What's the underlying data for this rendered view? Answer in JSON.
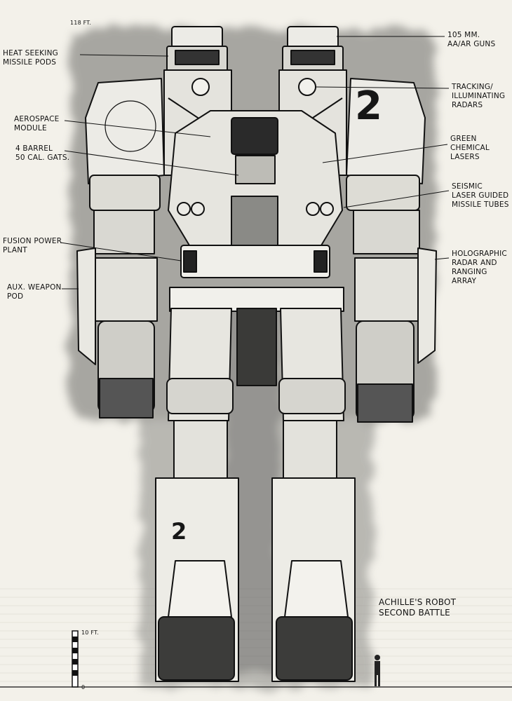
{
  "height_marker": "118 FT.",
  "scale_label": "10 FT.",
  "scale_zero": "0",
  "unit_number": "2",
  "title_lines": [
    "ACHILLE'S ROBOT",
    "SECOND BATTLE"
  ],
  "callouts_left": [
    {
      "lines": [
        "HEAT SEEKING",
        "MISSILE PODS"
      ]
    },
    {
      "lines": [
        "AEROSPACE",
        "MODULE"
      ]
    },
    {
      "lines": [
        "4 BARREL",
        "50 CAL. GATS."
      ]
    },
    {
      "lines": [
        "FUSION POWER",
        "PLANT"
      ]
    },
    {
      "lines": [
        "AUX. WEAPON",
        "POD"
      ]
    }
  ],
  "callouts_right": [
    {
      "lines": [
        "105 MM.",
        "AA/AR GUNS"
      ]
    },
    {
      "lines": [
        "TRACKING/",
        "ILLUMINATING",
        "RADARS"
      ]
    },
    {
      "lines": [
        "GREEN",
        "CHEMICAL",
        "LASERS"
      ]
    },
    {
      "lines": [
        "SEISMIC",
        "LASER GUIDED",
        "MISSILE TUBES"
      ]
    },
    {
      "lines": [
        "HOLOGRAPHIC",
        "RADAR AND",
        "RANGING",
        "ARRAY"
      ]
    }
  ]
}
